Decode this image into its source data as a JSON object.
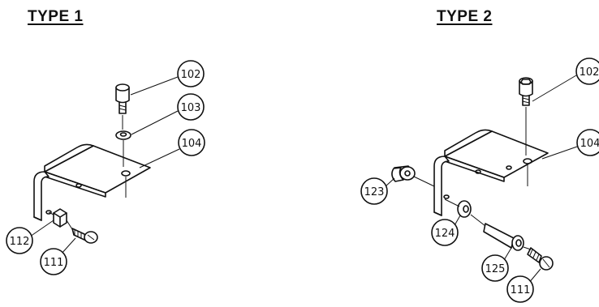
{
  "type1": {
    "title": "TYPE 1",
    "callouts": [
      "102",
      "103",
      "104",
      "112",
      "111"
    ]
  },
  "type2": {
    "title": "TYPE 2",
    "callouts": [
      "102",
      "104",
      "123",
      "124",
      "125",
      "111"
    ]
  }
}
